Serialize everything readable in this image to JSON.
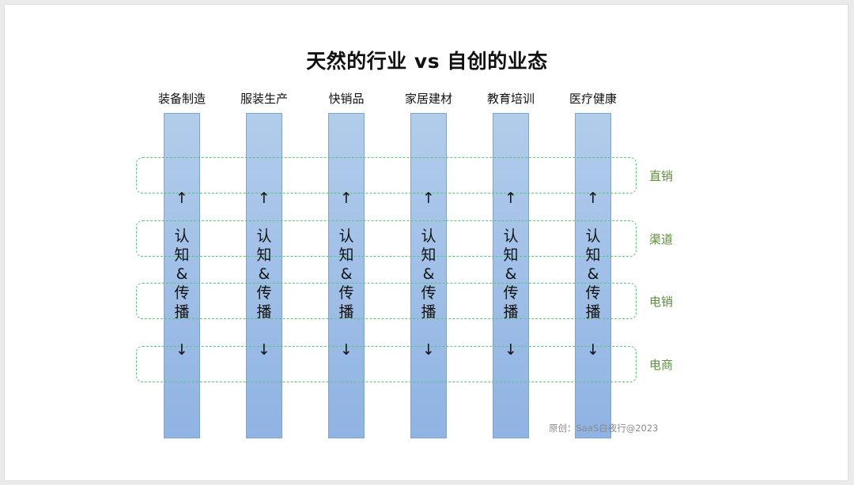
{
  "title": "天然的行业 vs 自创的业态",
  "industries": [
    "装备制造",
    "服装生产",
    "快销品",
    "家居建材",
    "教育培训",
    "医疗健康"
  ],
  "column_text": {
    "arrow_up": "↑",
    "chars": [
      "认",
      "知",
      "&",
      "传",
      "播"
    ],
    "arrow_down": "↓"
  },
  "bands": [
    "直销",
    "渠道",
    "电销",
    "电商"
  ],
  "credit": "原创：SaaS白夜行@2023"
}
